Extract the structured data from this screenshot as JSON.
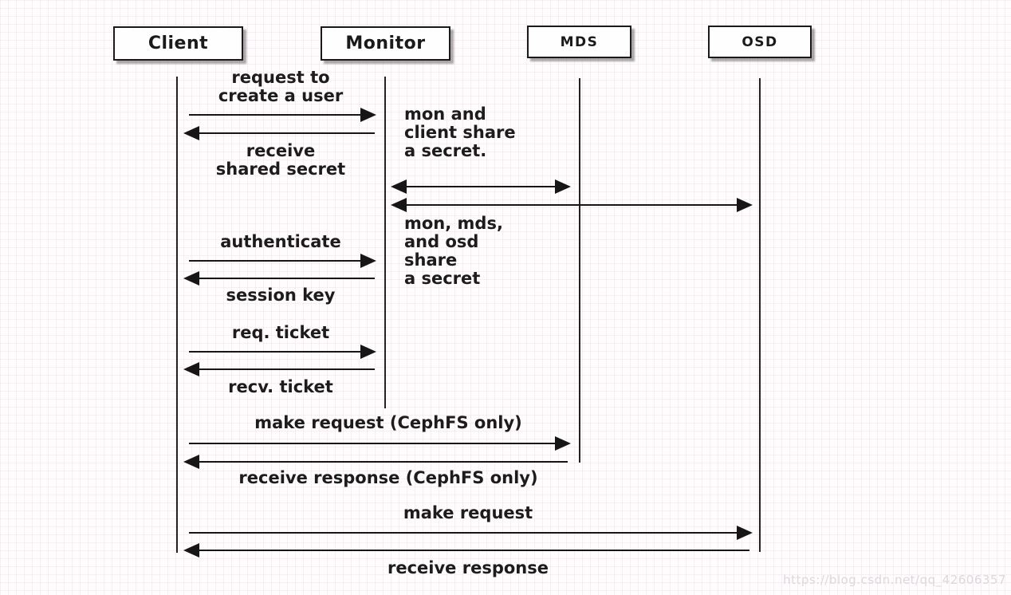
{
  "diagram": {
    "title_hint": "Ceph authentication sequence diagram",
    "actors": [
      {
        "id": "client",
        "label": "Client"
      },
      {
        "id": "monitor",
        "label": "Monitor"
      },
      {
        "id": "mds",
        "label": "MDS"
      },
      {
        "id": "osd",
        "label": "OSD"
      }
    ],
    "messages": [
      {
        "from": "client",
        "to": "monitor",
        "text": "request to\ncreate a user"
      },
      {
        "from": "monitor",
        "to": "client",
        "text": "receive\nshared secret"
      },
      {
        "from": "client",
        "to": "monitor",
        "text": "authenticate"
      },
      {
        "from": "monitor",
        "to": "client",
        "text": "session key"
      },
      {
        "from": "client",
        "to": "monitor",
        "text": "req. ticket"
      },
      {
        "from": "monitor",
        "to": "client",
        "text": "recv. ticket"
      },
      {
        "from": "client",
        "to": "mds",
        "text": "make request (CephFS only)"
      },
      {
        "from": "mds",
        "to": "client",
        "text": "receive response (CephFS only)"
      },
      {
        "from": "client",
        "to": "osd",
        "text": "make request"
      },
      {
        "from": "osd",
        "to": "client",
        "text": "receive response"
      }
    ],
    "unlabeled_messages": [
      {
        "from": "monitor",
        "to": "mds",
        "bidirectional": true
      },
      {
        "from": "monitor",
        "to": "osd",
        "bidirectional": true
      }
    ],
    "notes": [
      {
        "near": "monitor",
        "text": "mon and\nclient share\na secret."
      },
      {
        "near": "monitor",
        "text": "mon, mds,\nand osd\nshare\na secret"
      }
    ],
    "line_color": "#161616",
    "text_color": "#1c1c1c"
  },
  "watermark": {
    "text": "https://blog.csdn.net/qq_42606357"
  }
}
